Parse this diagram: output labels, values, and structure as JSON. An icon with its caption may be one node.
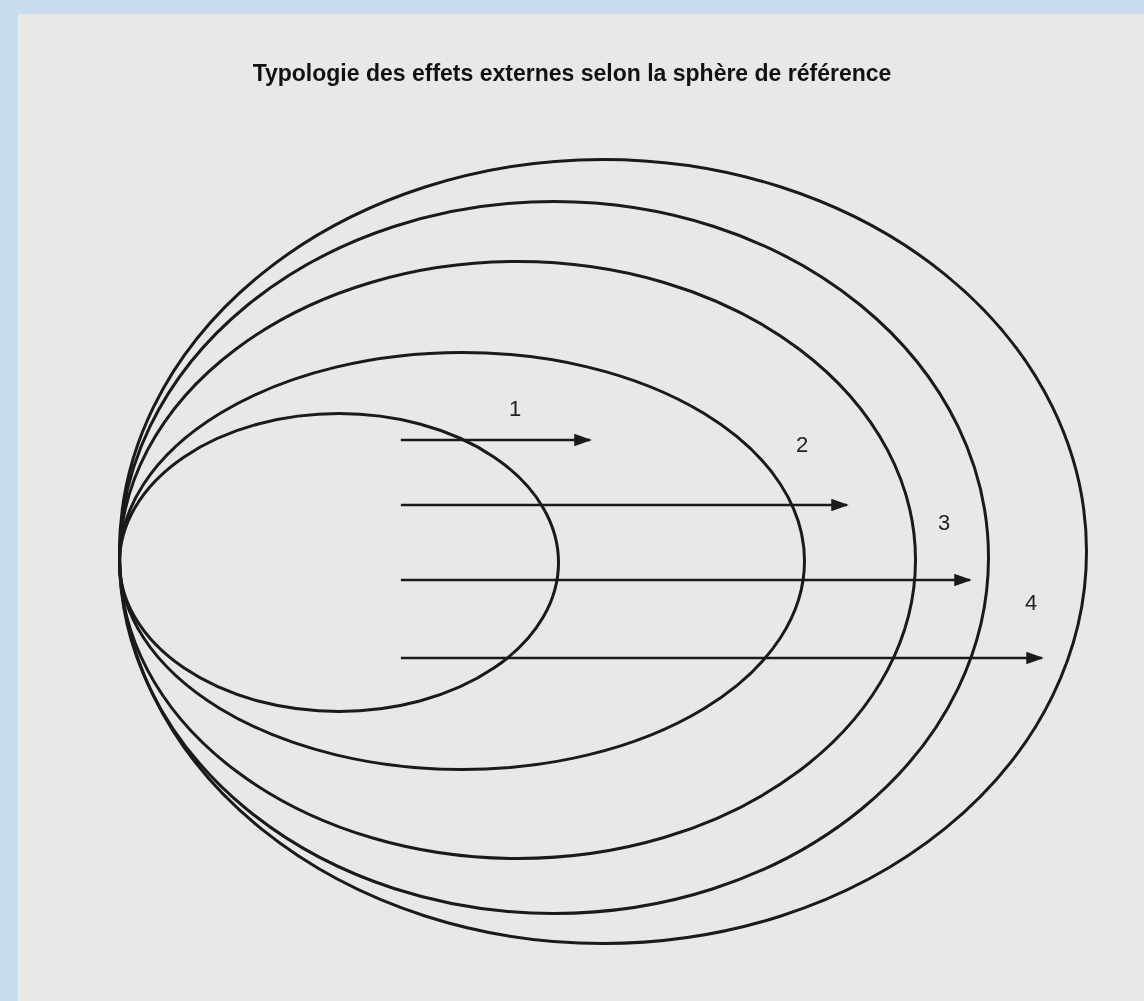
{
  "diagram": {
    "title": "Typologie des effets externes selon la sphère de référence",
    "nodes": [
      {
        "text": [],
        "shape": "circle"
      },
      {
        "text": [],
        "shape": "circle",
        "in": 0
      },
      {
        "text": [],
        "shape": "circle",
        "in": 1
      },
      {
        "text": [],
        "shape": "circle",
        "in": 2
      },
      {
        "text": [],
        "shape": "circle",
        "in": 3
      }
    ],
    "edges": [
      {
        "from": 4,
        "to": null,
        "arrow": "to"
      },
      {
        "from": 4,
        "to": null,
        "arrow": "to"
      },
      {
        "from": 4,
        "to": null,
        "arrow": "to"
      },
      {
        "from": 4,
        "to": null,
        "arrow": "to"
      }
    ],
    "labels": [
      "1",
      "2",
      "3",
      "4"
    ]
  }
}
